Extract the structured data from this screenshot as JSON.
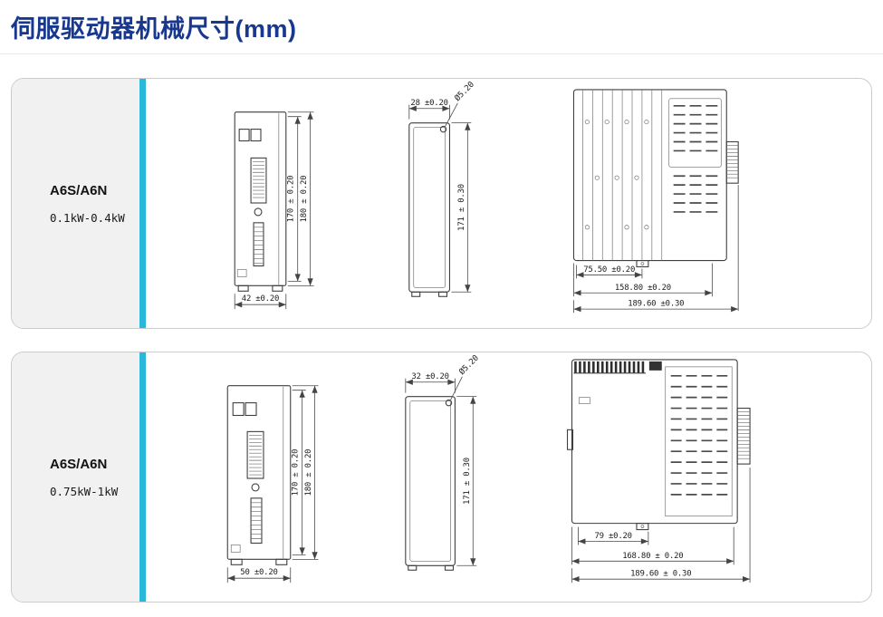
{
  "page": {
    "title": "伺服驱动器机械尺寸(mm)"
  },
  "colors": {
    "title_blue": "#17388e",
    "accent_cyan": "#29b8dc",
    "panel_border": "#cbcbcb",
    "label_bg": "#f1f1f1",
    "line": "#3f3f3f"
  },
  "panels": [
    {
      "model": "A6S/A6N",
      "power": "0.1kW-0.4kW",
      "front_view": {
        "width_dim": "42 ±0.20",
        "inner_height_dim": "170 ± 0.20",
        "outer_height_dim": "180 ± 0.20"
      },
      "side_view": {
        "top_width_dim": "28 ±0.20",
        "hole_dim": "Ø5.20",
        "height_dim": "171 ± 0.30"
      },
      "rear_view": {
        "depth1_dim": "75.50 ±0.20",
        "depth2_dim": "158.80 ±0.20",
        "depth3_dim": "189.60 ±0.30"
      }
    },
    {
      "model": "A6S/A6N",
      "power": "0.75kW-1kW",
      "front_view": {
        "width_dim": "50 ±0.20",
        "inner_height_dim": "170 ± 0.20",
        "outer_height_dim": "180 ± 0.20"
      },
      "side_view": {
        "top_width_dim": "32 ±0.20",
        "hole_dim": "Ø5.20",
        "height_dim": "171 ± 0.30"
      },
      "rear_view": {
        "depth1_dim": "79 ±0.20",
        "depth2_dim": "168.80 ± 0.20",
        "depth3_dim": "189.60 ± 0.30"
      }
    }
  ]
}
